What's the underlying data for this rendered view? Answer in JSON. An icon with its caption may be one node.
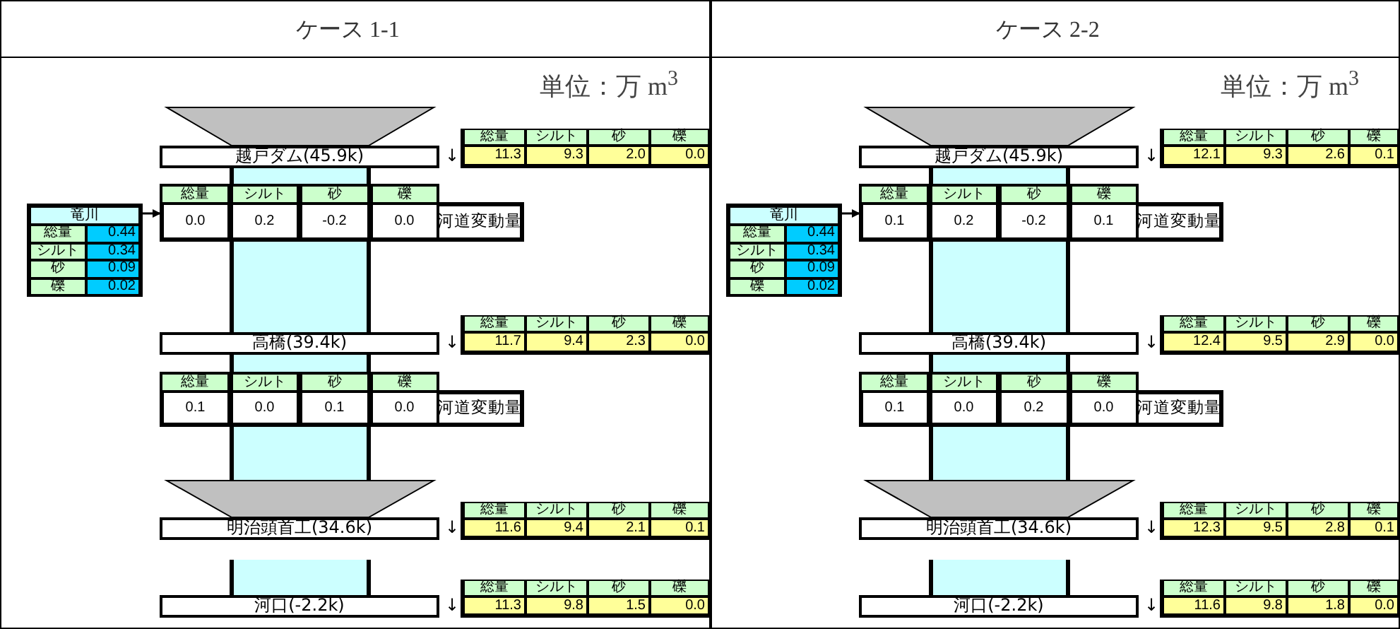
{
  "diagram": {
    "nodes": [
      {
        "text": [
          "ケース 1-1",
          "単位：万 m$^{3}$"
        ]
      },
      {
        "text": [
          "越戸ダム(45.9k)"
        ],
        "in": 0,
        "beside": [
          "↓"
        ]
      },
      {
        "text": [
          "総量",
          "シルト",
          "砂",
          "礫",
          "11.3",
          "9.3",
          "2.0",
          "0.0"
        ],
        "in": 0
      },
      {
        "text": [
          "竜川",
          "総量",
          "0.44",
          "シルト",
          "0.34",
          "砂",
          "0.09",
          "礫",
          "0.02"
        ],
        "in": 0
      },
      {
        "text": [
          "総量",
          "シルト",
          "砂",
          "礫",
          "0.0",
          "0.2",
          "-0.2",
          "0.0"
        ],
        "in": 0,
        "beside": [
          "河道変動量"
        ]
      },
      {
        "text": [
          "高橋(39.4k)"
        ],
        "in": 0,
        "beside": [
          "↓"
        ]
      },
      {
        "text": [
          "総量",
          "シルト",
          "砂",
          "礫",
          "11.7",
          "9.4",
          "2.3",
          "0.0"
        ],
        "in": 0
      },
      {
        "text": [
          "総量",
          "シルト",
          "砂",
          "礫",
          "0.1",
          "0.0",
          "0.1",
          "0.0"
        ],
        "in": 0,
        "beside": [
          "河道変動量"
        ]
      },
      {
        "text": [
          "明治頭首工(34.6k)"
        ],
        "in": 0,
        "beside": [
          "↓"
        ]
      },
      {
        "text": [
          "総量",
          "シルト",
          "砂",
          "礫",
          "11.6",
          "9.4",
          "2.1",
          "0.1"
        ],
        "in": 0
      },
      {
        "text": [
          "河口(-2.2k)"
        ],
        "in": 0,
        "beside": [
          "↓"
        ]
      },
      {
        "text": [
          "総量",
          "シルト",
          "砂",
          "礫",
          "11.3",
          "9.8",
          "1.5",
          "0.0"
        ],
        "in": 0
      },
      {
        "text": [
          "ケース 2-2",
          "単位：万 m$^{3}$"
        ]
      },
      {
        "text": [
          "越戸ダム(45.9k)"
        ],
        "in": 12,
        "beside": [
          "↓"
        ]
      },
      {
        "text": [
          "総量",
          "シルト",
          "砂",
          "礫",
          "12.1",
          "9.3",
          "2.6",
          "0.1"
        ],
        "in": 12
      },
      {
        "text": [
          "竜川",
          "総量",
          "0.44",
          "シルト",
          "0.34",
          "砂",
          "0.09",
          "礫",
          "0.02"
        ],
        "in": 12
      },
      {
        "text": [
          "総量",
          "シルト",
          "砂",
          "礫",
          "0.1",
          "0.2",
          "-0.2",
          "0.1"
        ],
        "in": 12,
        "beside": [
          "河道変動量"
        ]
      },
      {
        "text": [
          "高橋(39.4k)"
        ],
        "in": 12,
        "beside": [
          "↓"
        ]
      },
      {
        "text": [
          "総量",
          "シルト",
          "砂",
          "礫",
          "12.4",
          "9.5",
          "2.9",
          "0.0"
        ],
        "in": 12
      },
      {
        "text": [
          "総量",
          "シルト",
          "砂",
          "礫",
          "0.1",
          "0.0",
          "0.2",
          "0.0"
        ],
        "in": 12,
        "beside": [
          "河道変動量"
        ]
      },
      {
        "text": [
          "明治頭首工(34.6k)"
        ],
        "in": 12,
        "beside": [
          "↓"
        ]
      },
      {
        "text": [
          "総量",
          "シルト",
          "砂",
          "礫",
          "12.3",
          "9.5",
          "2.8",
          "0.1"
        ],
        "in": 12
      },
      {
        "text": [
          "河口(-2.2k)"
        ],
        "in": 12,
        "beside": [
          "↓"
        ]
      },
      {
        "text": [
          "総量",
          "シルト",
          "砂",
          "礫",
          "11.6",
          "9.8",
          "1.8",
          "0.0"
        ],
        "in": 12
      }
    ],
    "edges": [
      {
        "from": 3,
        "to": 4,
        "arrow": "to"
      },
      {
        "from": 15,
        "to": 16,
        "arrow": "to"
      }
    ]
  }
}
